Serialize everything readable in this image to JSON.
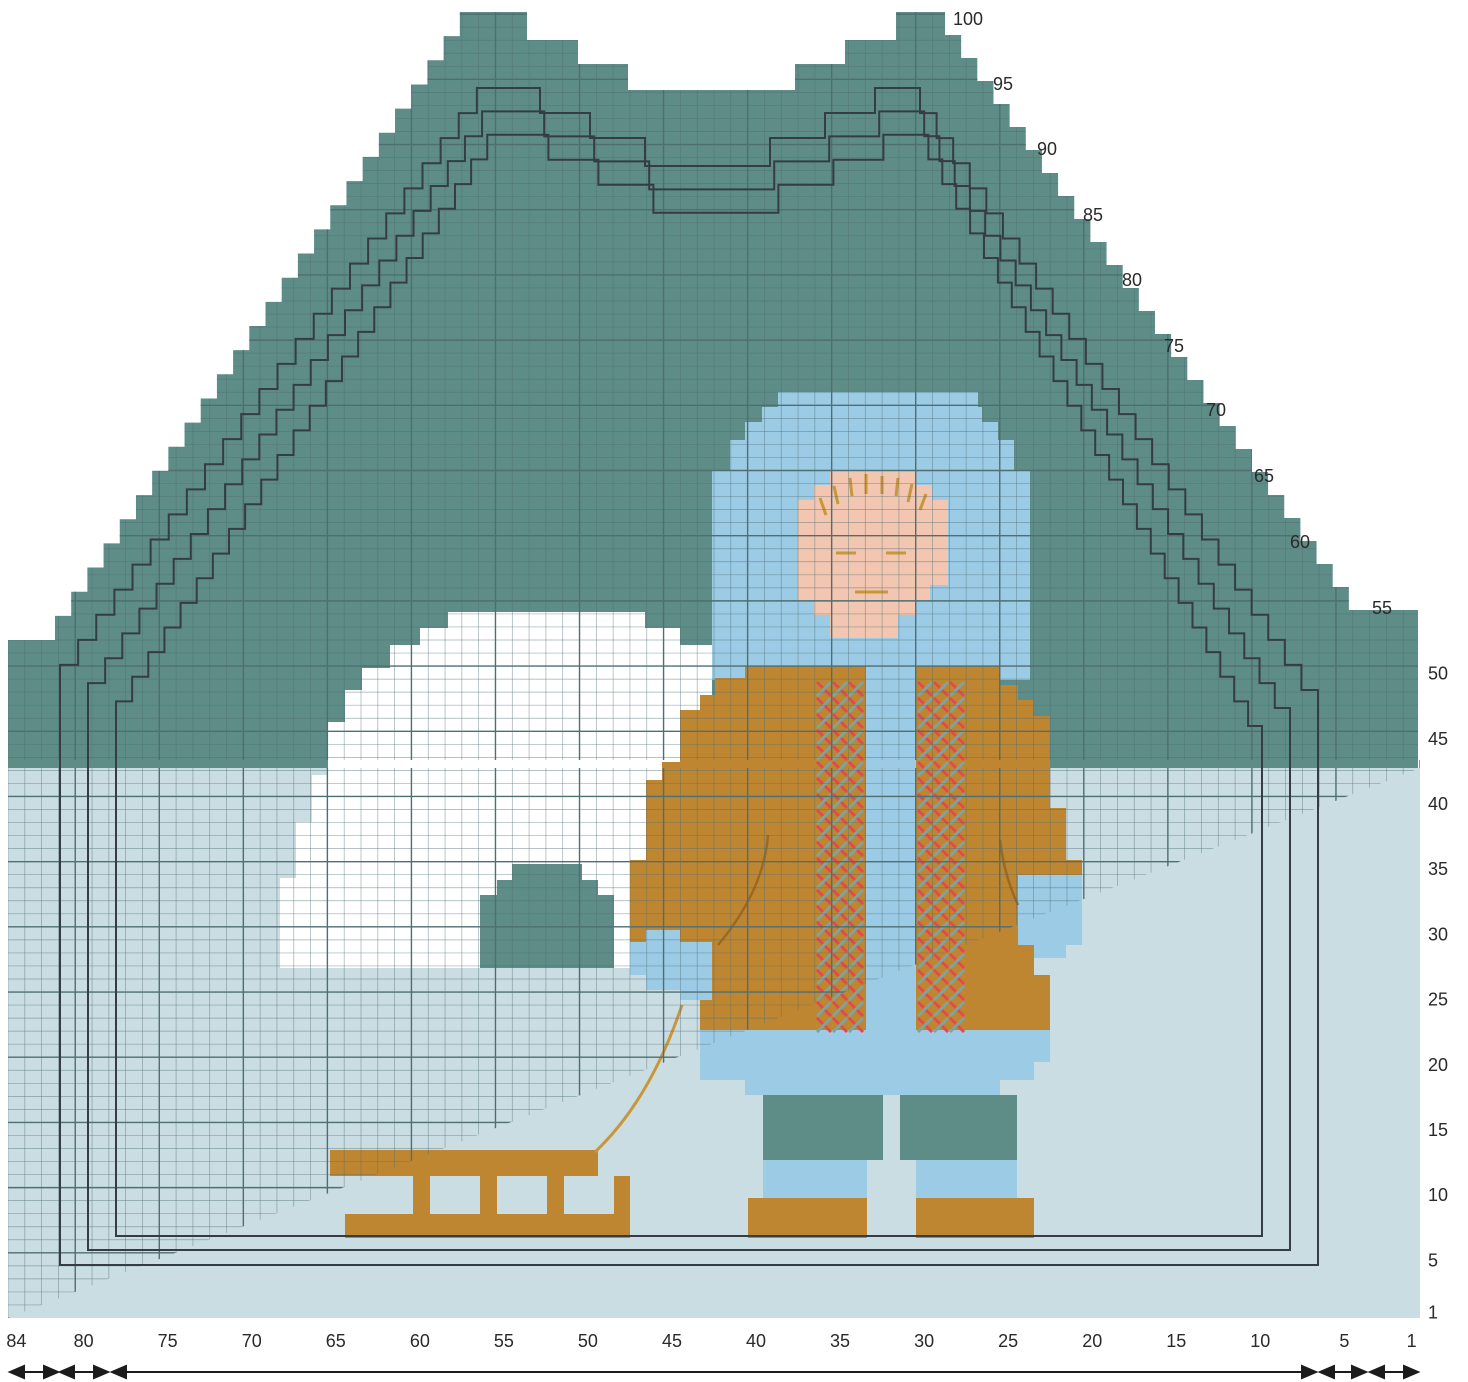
{
  "colors": {
    "teal": "#5e8c87",
    "snow": "#c9dde3",
    "white": "#ffffff",
    "hood_blue": "#9ccbe6",
    "tan": "#bf8631",
    "skin": "#f2c6b0",
    "red_cross": "#e34a4a",
    "grid_line": "#4e6e72",
    "outline": "#353c44"
  },
  "row_labels": [
    "1",
    "5",
    "10",
    "15",
    "20",
    "25",
    "30",
    "35",
    "40",
    "45",
    "50"
  ],
  "shaping_labels": [
    "55",
    "60",
    "65",
    "70",
    "75",
    "80",
    "85",
    "90",
    "95",
    "100"
  ],
  "column_labels": [
    "84",
    "80",
    "75",
    "70",
    "65",
    "60",
    "55",
    "50",
    "45",
    "40",
    "35",
    "30",
    "25",
    "20",
    "15",
    "10",
    "5",
    "1"
  ],
  "size_arrows": [
    "outer-size",
    "middle-size",
    "inner-size"
  ]
}
